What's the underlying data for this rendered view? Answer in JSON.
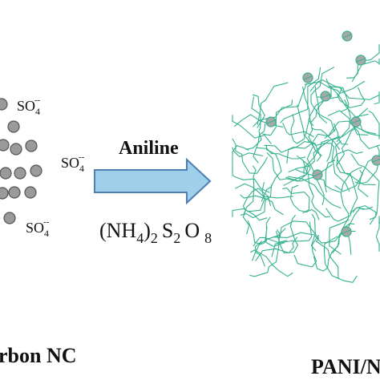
{
  "left": {
    "sulfate_labels": [
      {
        "base": "SO",
        "sub": "4",
        "sup": "--"
      },
      {
        "base": "SO",
        "sub": "4",
        "sup": "--"
      },
      {
        "base": "SO",
        "sub": "4",
        "sup": "--"
      }
    ],
    "caption": "rbon NC"
  },
  "reaction": {
    "reagent_top": "Aniline",
    "reagent_bottom": {
      "part1": "(NH",
      "sub1": "4",
      "part2": ")",
      "sub2": "2",
      "part3": "S",
      "sub3": "2",
      "part4": "O",
      "sub4": "8"
    }
  },
  "right": {
    "caption": "PANI/N"
  },
  "colors": {
    "particle_fill": "#9a9a9a",
    "particle_stroke": "#555555",
    "arrow_fill": "#9fcfe9",
    "arrow_stroke": "#4c7fb3",
    "fiber": "#34b28e",
    "text": "#111111"
  }
}
